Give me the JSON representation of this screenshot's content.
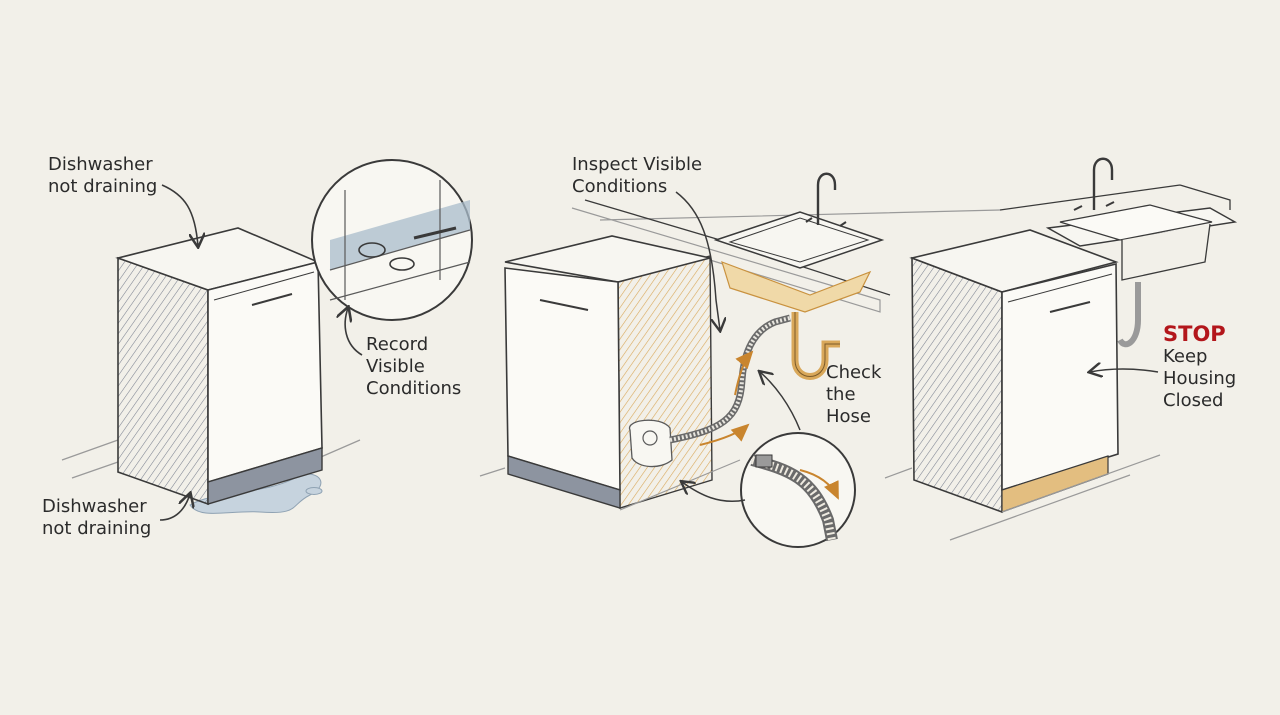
{
  "panels": [
    {
      "top_label": [
        "Dishwasher",
        "not draining"
      ],
      "side_label": [
        "Record",
        "Visible",
        "Conditions"
      ],
      "bottom_label": [
        "Dishwasher",
        "not draining"
      ]
    },
    {
      "top_label": [
        "Inspect Visible",
        "Conditions"
      ],
      "side_label": [
        "Check",
        "the",
        "Hose"
      ]
    },
    {
      "stop_label": "STOP",
      "side_label": [
        "Keep",
        "Housing",
        "Closed"
      ]
    }
  ],
  "colors": {
    "background": "#f2f0e9",
    "ink": "#3a3a3a",
    "stop_red": "#b3161b",
    "accent_tan": "#d9a85a",
    "water_blue": "#a9bccb"
  }
}
